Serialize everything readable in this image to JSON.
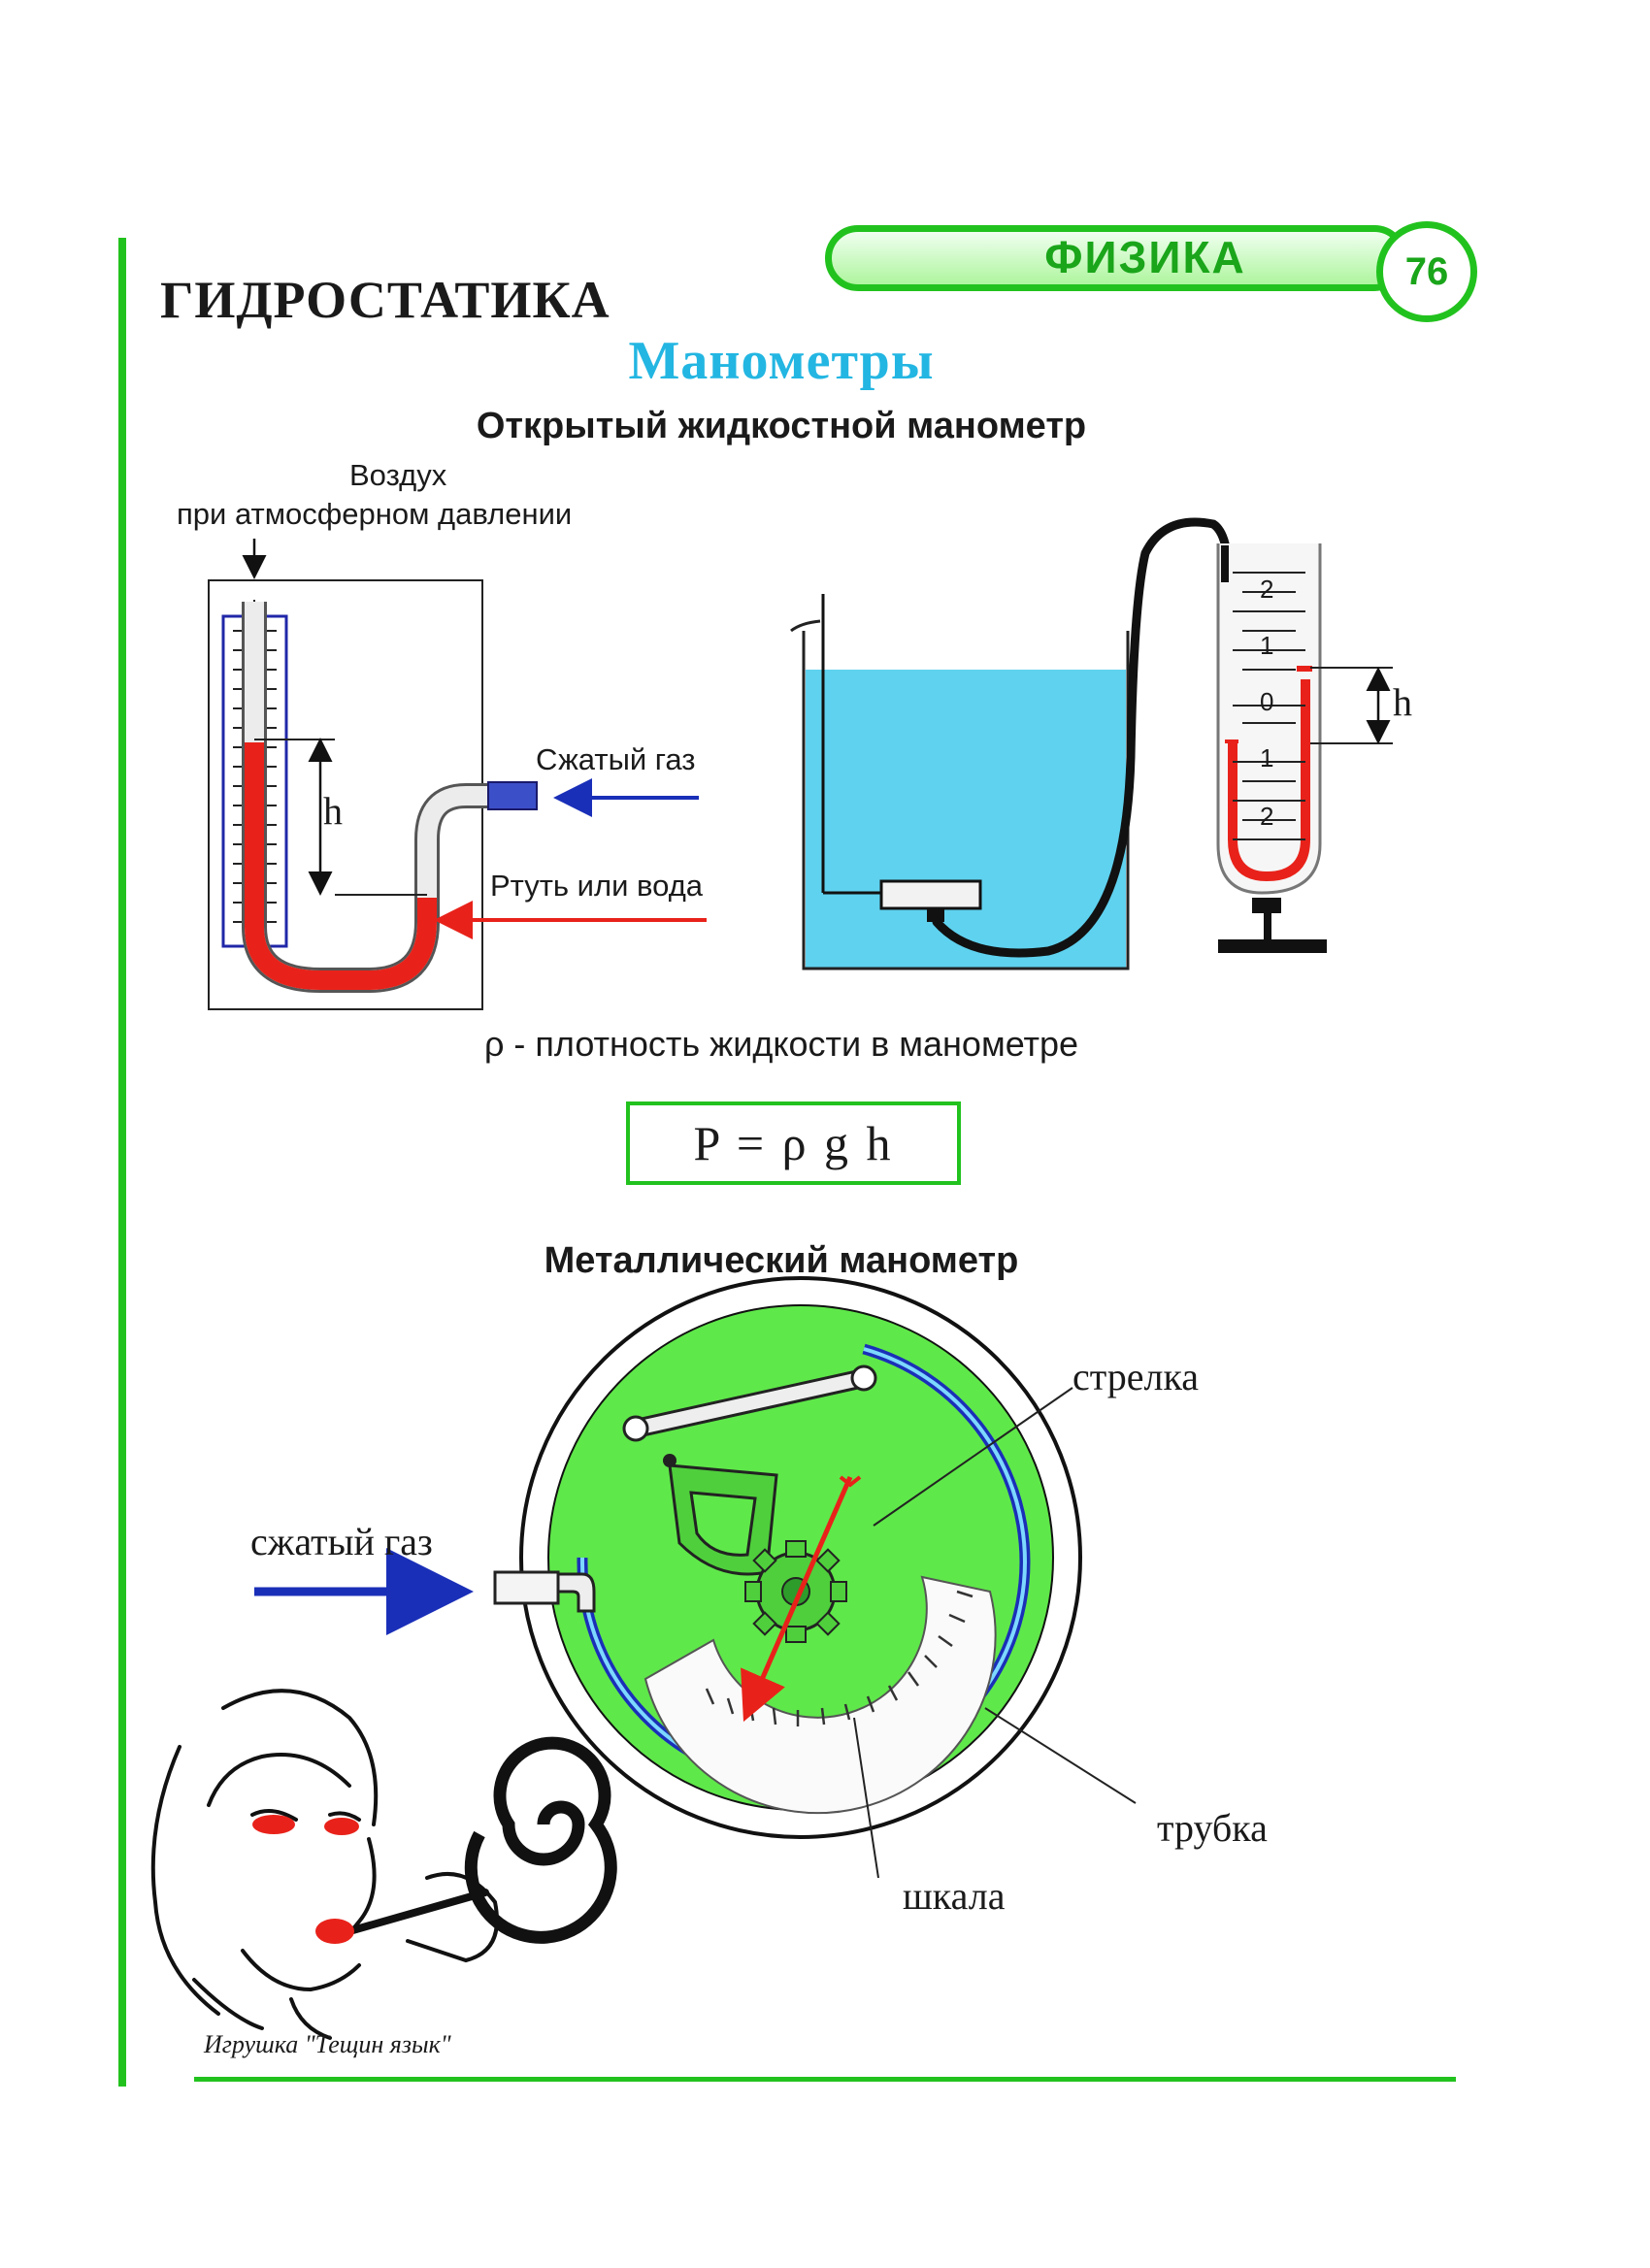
{
  "header": {
    "section": "ГИДРОСТАТИКА",
    "subject": "ФИЗИКА",
    "page_number": "76",
    "title": "Манометры"
  },
  "open_manometer": {
    "heading": "Открытый жидкостной манометр",
    "air_label_line1": "Воздух",
    "air_label_line2": "при атмосферном давлении",
    "compressed_gas_label": "Сжатый газ",
    "liquid_label": "Ртуть или вода",
    "height_label_left": "h",
    "height_label_right": "h",
    "scale_marks": [
      "2",
      "1",
      "0",
      "1",
      "2"
    ],
    "density_note": "ρ - плотность жидкости в манометре",
    "formula": "P = ρ g h"
  },
  "metal_manometer": {
    "heading": "Металлический манометр",
    "gas_label": "сжатый газ",
    "pointer_label": "стрелка",
    "tube_label": "трубка",
    "scale_label": "шкала"
  },
  "caption": "Игрушка \"Тещин язык\"",
  "colors": {
    "accent_green": "#22c21e",
    "title_blue": "#23b6e2",
    "liquid_red": "#e8221a",
    "water_blue": "#5fd2ef",
    "gauge_green": "#5fe84a",
    "arrow_blue": "#1a2fb8"
  }
}
